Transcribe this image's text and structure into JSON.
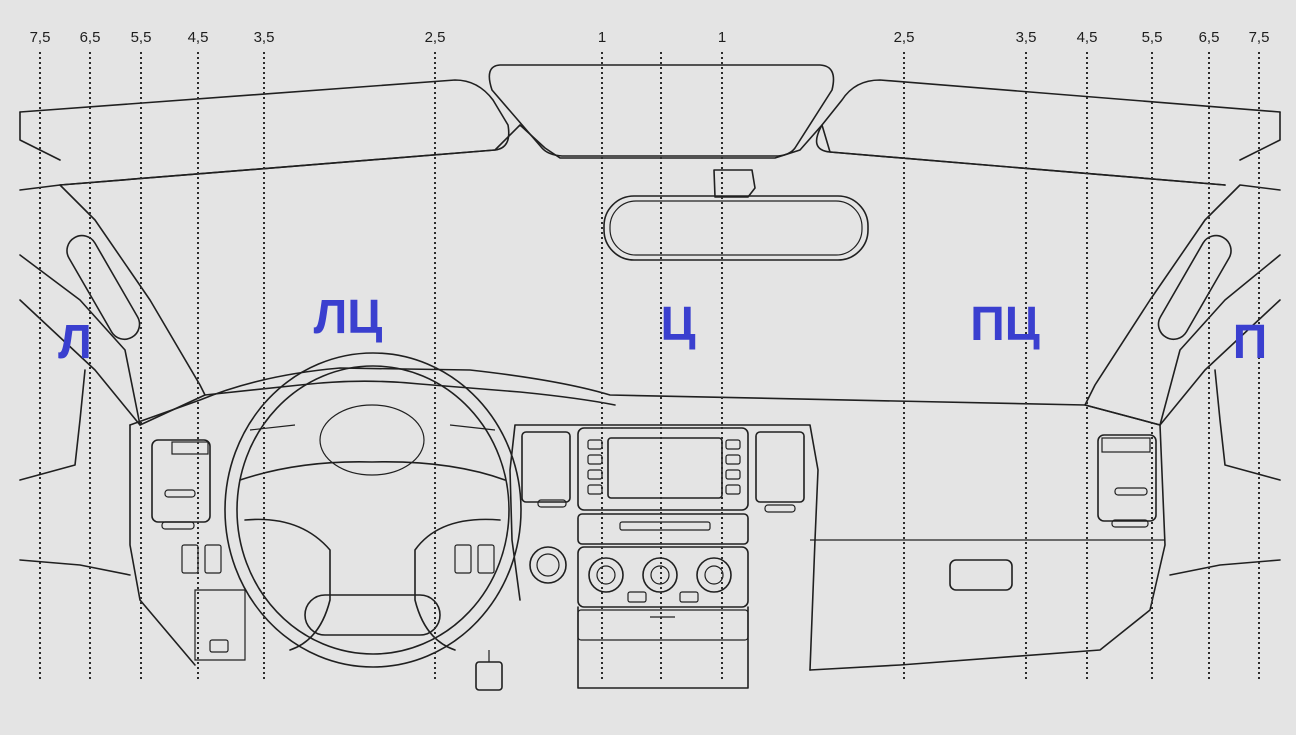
{
  "tick_labels": {
    "l_7_5": "7,5",
    "l_6_5": "6,5",
    "l_5_5": "5,5",
    "l_4_5": "4,5",
    "l_3_5": "3,5",
    "l_2_5": "2,5",
    "c_1_left": "1",
    "c_1_right": "1",
    "r_2_5": "2,5",
    "r_3_5": "3,5",
    "r_4_5": "4,5",
    "r_5_5": "5,5",
    "r_6_5": "6,5",
    "r_7_5": "7,5"
  },
  "zones": {
    "left": "Л",
    "left_center": "ЛЦ",
    "center": "Ц",
    "right_center": "ПЦ",
    "right": "П"
  },
  "colors": {
    "background": "#e4e4e4",
    "line_art": "#202020",
    "zone_label": "#3a3fcf"
  }
}
